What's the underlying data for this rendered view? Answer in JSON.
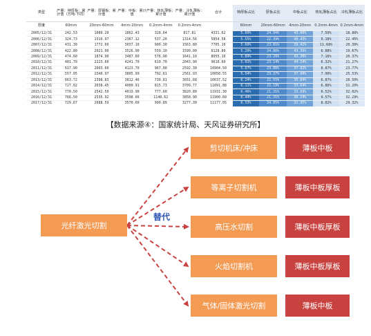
{
  "table": {
    "headers": [
      "类型",
      "产量：特厚板：累计值（万吨-下同）",
      "产量：厚钢板：累计值",
      "产量：中板：累计值",
      "产量：热轧薄板：累计值",
      "产量：冷轧薄板：累计值",
      "合计",
      "特厚板占比",
      "厚板占比",
      "中板占比",
      "热轧薄板占比",
      "冷轧薄板占比"
    ],
    "thickness_row": [
      "厚度",
      "60mm",
      "20mm-60mm",
      "4mm-20mm",
      "0.2mm-4mm",
      "0.2mm-4mm",
      "",
      "60mm",
      "20mm-60mm",
      "4mm-20mm",
      "0.2mm-4mm",
      "0.2mm-4mm"
    ],
    "rows": [
      [
        "2005/12/31",
        "242.53",
        "1080.20",
        "1862.43",
        "328.64",
        "817.81",
        "4331.62",
        "5.60%",
        "24.94%",
        "43.00%",
        "7.59%",
        "18.88%"
      ],
      [
        "2006/12/31",
        "324.73",
        "1310.97",
        "2367.12",
        "537.20",
        "1314.56",
        "5854.58",
        "5.55%",
        "22.39%",
        "40.43%",
        "9.18%",
        "22.45%"
      ],
      [
        "2007/12/31",
        "431.30",
        "1772.60",
        "3037.10",
        "900.30",
        "1563.80",
        "7705.10",
        "5.60%",
        "23.01%",
        "39.42%",
        "11.68%",
        "20.30%"
      ],
      [
        "2008/12/31",
        "422.80",
        "2021.00",
        "3526.90",
        "559.10",
        "1599.00",
        "8128.80",
        "5.20%",
        "24.86%",
        "43.39%",
        "6.88%",
        "19.67%"
      ],
      [
        "2009/12/31",
        "474.60",
        "1874.90",
        "3487.60",
        "576.90",
        "1641.10",
        "8055.10",
        "5.89%",
        "23.28%",
        "43.30%",
        "7.16%",
        "20.37%"
      ],
      [
        "2010/12/31",
        "481.70",
        "2223.60",
        "4241.70",
        "619.70",
        "2043.90",
        "9610.60",
        "5.01%",
        "23.14%",
        "44.14%",
        "6.32%",
        "21.27%"
      ],
      [
        "2011/12/31",
        "617.90",
        "2603.60",
        "4123.70",
        "967.00",
        "2592.30",
        "10904.50",
        "5.67%",
        "23.88%",
        "37.82%",
        "8.87%",
        "23.77%"
      ],
      [
        "2012/12/31",
        "557.05",
        "2340.97",
        "3805.99",
        "792.61",
        "2561.93",
        "10058.55",
        "5.54%",
        "23.27%",
        "37.90%",
        "7.90%",
        "25.53%"
      ],
      [
        "2013/12/31",
        "663.72",
        "2398.83",
        "3812.46",
        "730.81",
        "3031.68",
        "10637.52",
        "6.24%",
        "22.55%",
        "35.84%",
        "6.87%",
        "28.50%"
      ],
      [
        "2014/12/31",
        "727.02",
        "2638.45",
        "4000.91",
        "815.73",
        "3709.77",
        "11891.88",
        "6.11%",
        "22.19%",
        "33.64%",
        "6.86%",
        "31.20%"
      ],
      [
        "2015/12/31",
        "770.50",
        "2542.50",
        "4019.90",
        "777.60",
        "3820.80",
        "11931.30",
        "6.46%",
        "21.31%",
        "33.69%",
        "6.52%",
        "32.02%"
      ],
      [
        "2016/12/31",
        "766.50",
        "2535.92",
        "3598.66",
        "1140.62",
        "3858.90",
        "11900.60",
        "6.44%",
        "21.31%",
        "30.24%",
        "9.57%",
        "32.29%"
      ],
      [
        "2017/12/31",
        "729.67",
        "2688.59",
        "3570.60",
        "990.89",
        "3277.30",
        "11177.05",
        "6.53%",
        "24.05%",
        "31.95%",
        "8.82%",
        "29.32%"
      ]
    ]
  },
  "source_note": "【数据来源④：国家统计局、天风证券研究所】",
  "diagram": {
    "source_label": "光纤激光切割",
    "replace_label": "替代",
    "targets": [
      {
        "method": "剪切机床/冲床",
        "application": "薄板中板"
      },
      {
        "method": "等离子切割机",
        "application": "薄板中板厚板"
      },
      {
        "method": "高压水切割",
        "application": "薄板中板厚板"
      },
      {
        "method": "火焰切割机",
        "application": "薄板中板厚板"
      },
      {
        "method": "气体/固体激光切割",
        "application": "薄板中板"
      }
    ]
  },
  "colors": {
    "orange": "#f39a53",
    "red": "#c8423f",
    "arrow": "#c8423f",
    "replace_text": "#2f56b8"
  }
}
